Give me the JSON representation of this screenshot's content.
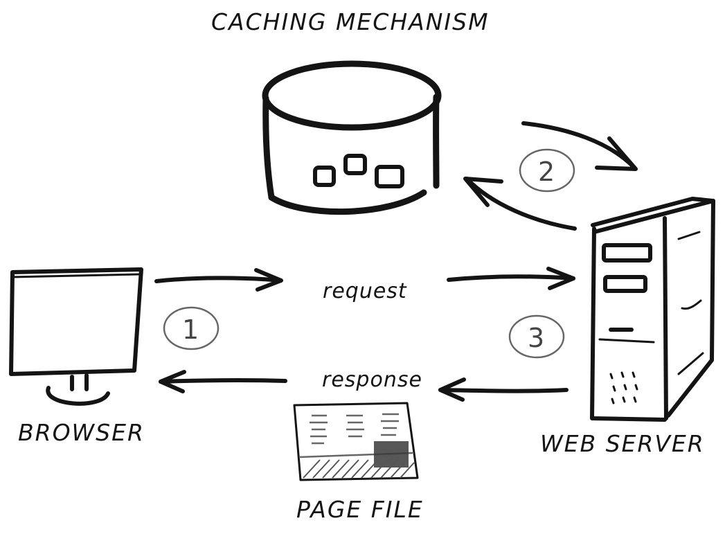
{
  "labels": {
    "caching": "CACHING MECHANISM",
    "browser": "BROWSER",
    "web_server": "WEB SERVER",
    "page_file": "PAGE FILE",
    "request": "request",
    "response": "response"
  },
  "steps": {
    "one": "1",
    "two": "2",
    "three": "3"
  },
  "colors": {
    "ink": "#141414",
    "paper": "#ffffff"
  }
}
